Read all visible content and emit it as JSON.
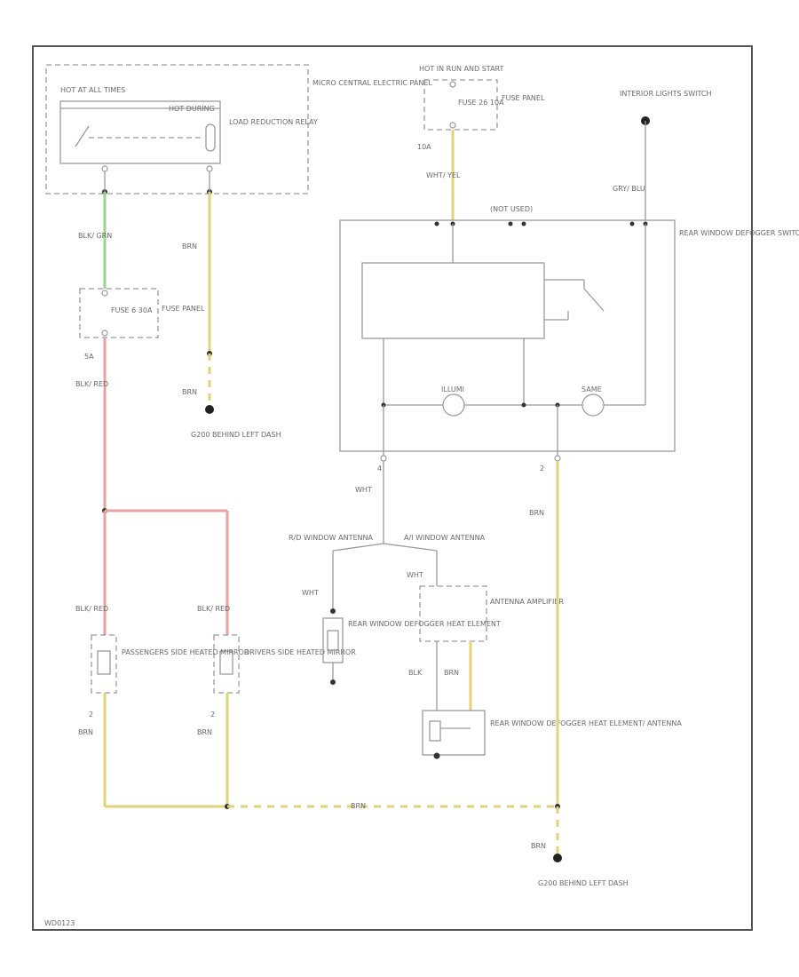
{
  "colors": {
    "frame": "#555555",
    "wire_grey": "#9a9a9a",
    "wire_brn": "#e3d27a",
    "wire_red": "#e8a0a0",
    "wire_grn": "#9bd48f",
    "text": "#6a6a6a"
  },
  "labels": {
    "hot_at_all_times": "HOT AT ALL TIMES",
    "hot_during": "HOT DURING",
    "load_reduction_relay": "LOAD REDUCTION RELAY",
    "micro_central_electric_panel": "MICRO CENTRAL ELECTRIC PANEL",
    "hot_in_run": "HOT IN RUN AND START",
    "fuse_panel_top": "FUSE PANEL",
    "fuse_26": "FUSE 26 10A",
    "wire_10a": "10A",
    "interior_lights_switch": "INTERIOR LIGHTS SWITCH",
    "wht_yel": "WHT/ YEL",
    "gry_blu": "GRY/ BLU",
    "not_used": "(NOT USED)",
    "rear_window_defogger_switch": "REAR WINDOW DEFOGGER SWITCH",
    "blk_grn": "BLK/ GRN",
    "brn_a": "BRN",
    "fuse_panel_left": "FUSE PANEL",
    "fuse_6": "FUSE 6 30A",
    "wire_5a": "5A",
    "blk_red_a": "BLK/ RED",
    "brn_b": "BRN",
    "g200_left": "G200 BEHIND LEFT DASH",
    "illumi": "ILLUMI",
    "same": "SAME",
    "pin_4": "4",
    "pin_2_right": "2",
    "wht": "WHT",
    "brn_c": "BRN",
    "rear_window_antenna": "R/D WINDOW ANTENNA",
    "ant_window_antenna": "A/I WINDOW ANTENNA",
    "wht_b": "WHT",
    "wht_c": "WHT",
    "antenna_amplifier": "ANTENNA AMPLIFIER",
    "rear_window_defogger_heat_element": "REAR WINDOW DEFOGGER HEAT ELEMENT",
    "blk": "BLK",
    "brn_d": "BRN",
    "rear_window_defogger_heat_element_antenna": "REAR WINDOW DEFOGGER HEAT ELEMENT/ ANTENNA",
    "blk_red_b": "BLK/ RED",
    "blk_red_c": "BLK/ RED",
    "passengers_side_heated_mirror": "PASSENGERS SIDE HEATED MIRROR",
    "drivers_side_heated_mirror": "DRIVERS SIDE HEATED MIRROR",
    "pin_2_pass": "2",
    "pin_2_drv": "2",
    "brn_e": "BRN",
    "brn_f": "BRN",
    "brn_bottom": "BRN",
    "brn_g": "BRN",
    "g200_bottom": "G200 BEHIND LEFT DASH",
    "figure_id": "WD0123"
  }
}
